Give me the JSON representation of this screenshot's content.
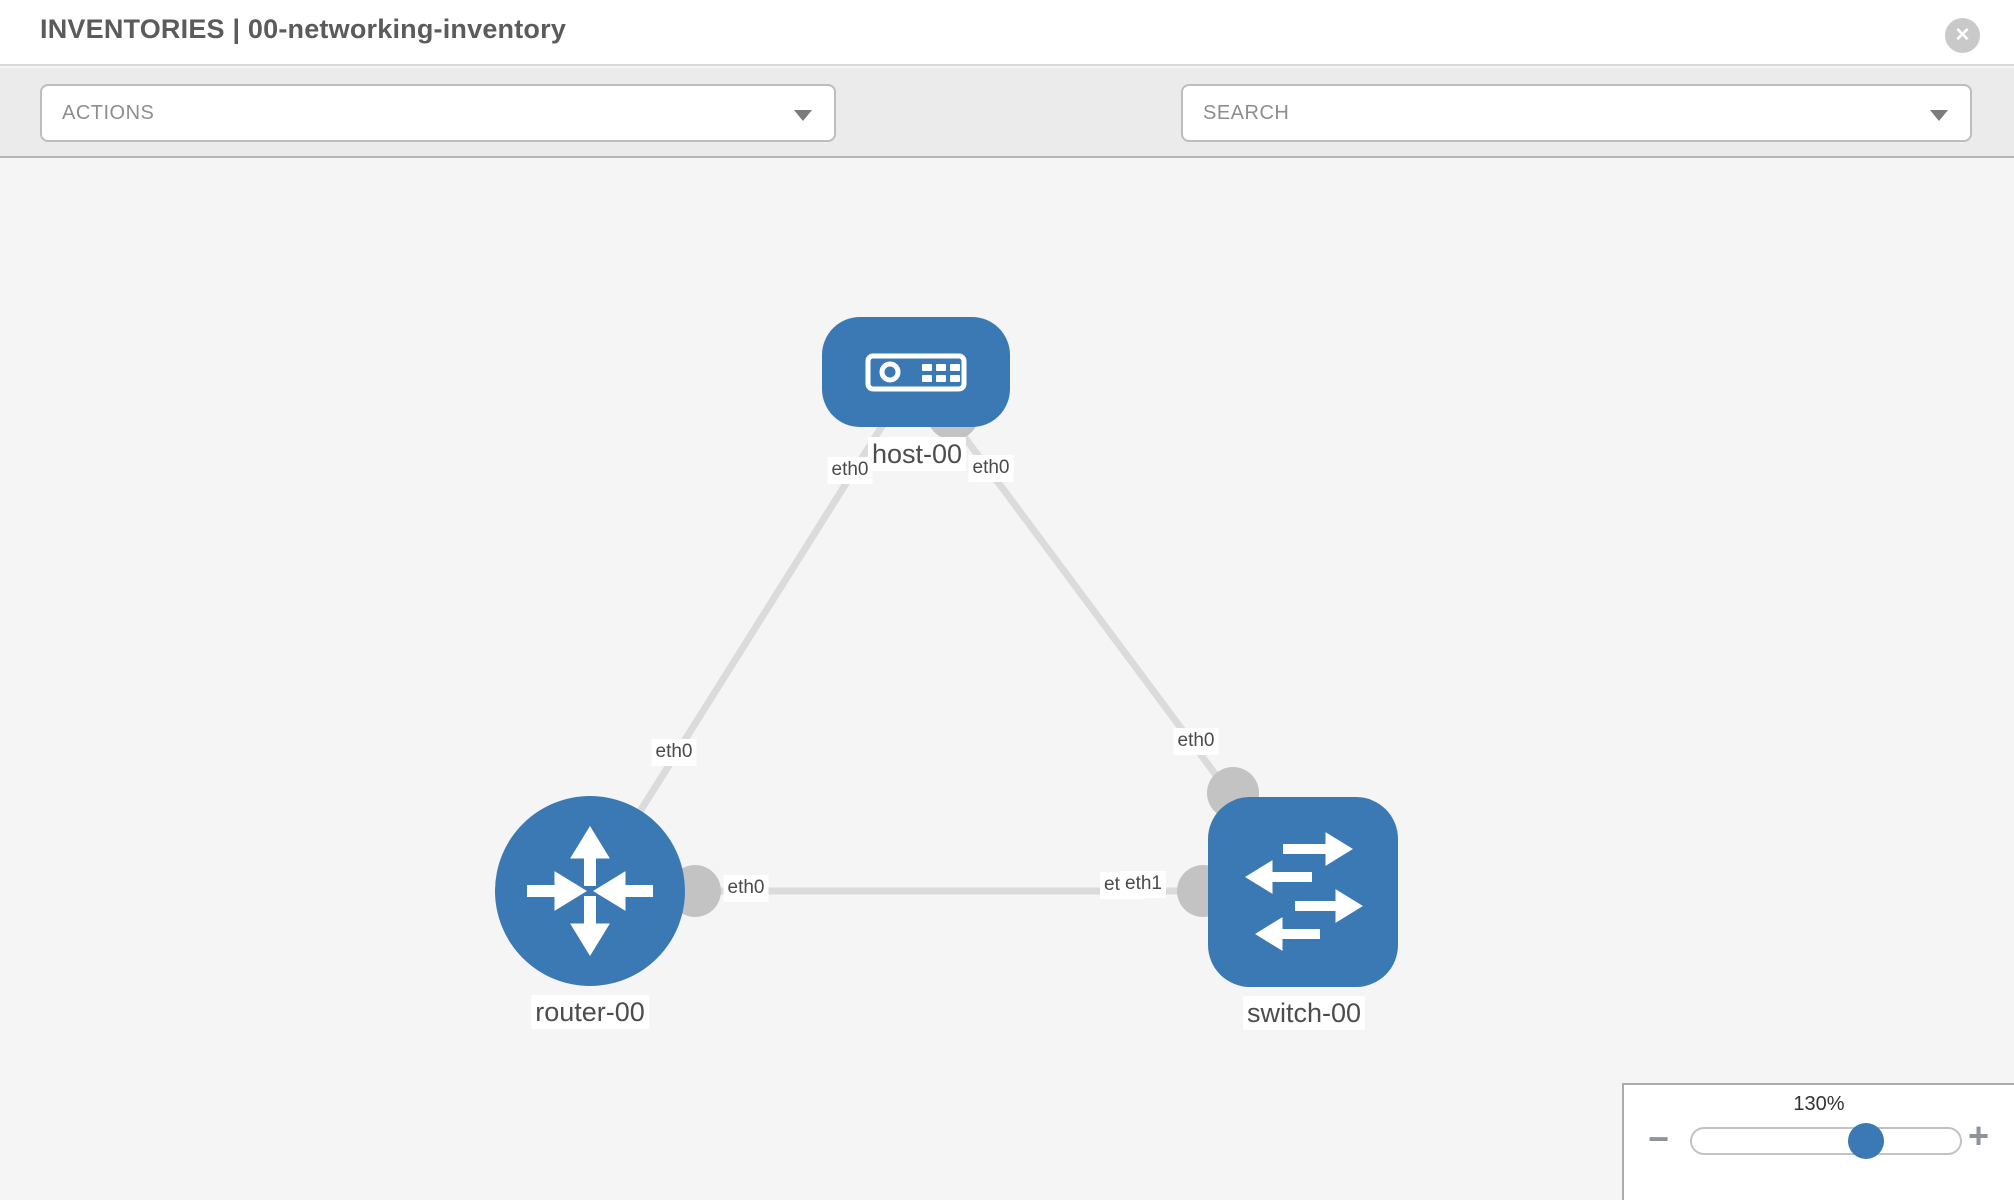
{
  "header": {
    "title": "INVENTORIES | 00-networking-inventory",
    "close_glyph": "✕"
  },
  "toolbar": {
    "actions_label": "ACTIONS",
    "search_label": "SEARCH",
    "icons": [
      "wrench-icon",
      "key-icon"
    ]
  },
  "topology": {
    "nodes": [
      {
        "name": "host-00",
        "type": "host"
      },
      {
        "name": "router-00",
        "type": "router"
      },
      {
        "name": "switch-00",
        "type": "switch"
      }
    ],
    "links": [
      {
        "from": "host-00",
        "from_iface": "eth0",
        "to": "router-00",
        "to_iface": "eth0"
      },
      {
        "from": "host-00",
        "from_iface": "eth0",
        "to": "switch-00",
        "to_iface": "eth0"
      },
      {
        "from": "router-00",
        "from_iface": "eth0",
        "to": "switch-00",
        "to_iface": "eth1",
        "to_iface_overlapped": "eth0"
      }
    ]
  },
  "zoom_control": {
    "value_label": "130%",
    "percent": 130,
    "minus_label": "−",
    "plus_label": "+"
  },
  "colors": {
    "node_blue": "#3b79b5",
    "link_gray": "#dbdbdb",
    "port_gray": "#c3c3c3",
    "toolbar_bg": "#ebebeb",
    "canvas_bg": "#f5f5f6"
  }
}
